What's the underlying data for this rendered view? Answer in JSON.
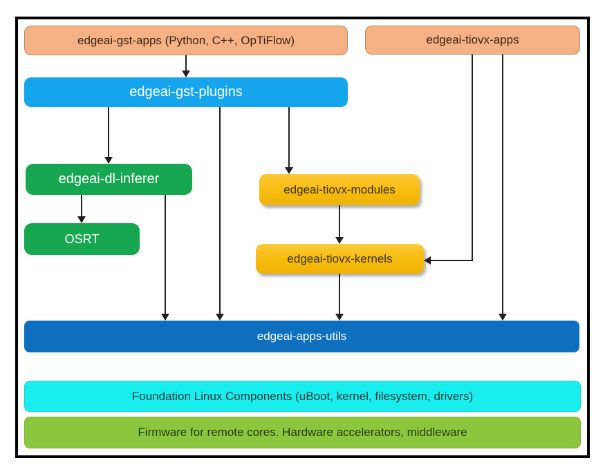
{
  "nodes": {
    "gst_apps": {
      "label": "edgeai-gst-apps (Python, C++, OpTiFlow)",
      "color": "#F4B183"
    },
    "tiovx_apps": {
      "label": "edgeai-tiovx-apps",
      "color": "#F4B183"
    },
    "gst_plugins": {
      "label": "edgeai-gst-plugins",
      "color": "#14A5ED"
    },
    "dl_inferer": {
      "label": "edgeai-dl-inferer",
      "color": "#17A750"
    },
    "osrt": {
      "label": "OSRT",
      "color": "#17A750"
    },
    "tiovx_modules": {
      "label": "edgeai-tiovx-modules",
      "color": "#F7BC0D"
    },
    "tiovx_kernels": {
      "label": "edgeai-tiovx-kernels",
      "color": "#F7BC0D"
    },
    "apps_utils": {
      "label": "edgeai-apps-utils",
      "color": "#0E6FBE"
    },
    "foundation": {
      "label": "Foundation Linux Components (uBoot, kernel, filesystem, drivers)",
      "color": "#19EDED"
    },
    "firmware": {
      "label": "Firmware for remote cores. Hardware accelerators, middleware",
      "color": "#8CC63E"
    }
  },
  "edges": [
    {
      "from": "edgeai-gst-apps",
      "to": "edgeai-gst-plugins"
    },
    {
      "from": "edgeai-gst-plugins",
      "to": "edgeai-dl-inferer"
    },
    {
      "from": "edgeai-gst-plugins",
      "to": "edgeai-apps-utils"
    },
    {
      "from": "edgeai-gst-plugins",
      "to": "edgeai-tiovx-modules"
    },
    {
      "from": "edgeai-dl-inferer",
      "to": "OSRT"
    },
    {
      "from": "edgeai-dl-inferer",
      "to": "edgeai-apps-utils"
    },
    {
      "from": "edgeai-tiovx-modules",
      "to": "edgeai-tiovx-kernels"
    },
    {
      "from": "edgeai-tiovx-kernels",
      "to": "edgeai-apps-utils"
    },
    {
      "from": "edgeai-tiovx-apps",
      "to": "edgeai-tiovx-kernels"
    },
    {
      "from": "edgeai-tiovx-apps",
      "to": "edgeai-apps-utils"
    }
  ]
}
